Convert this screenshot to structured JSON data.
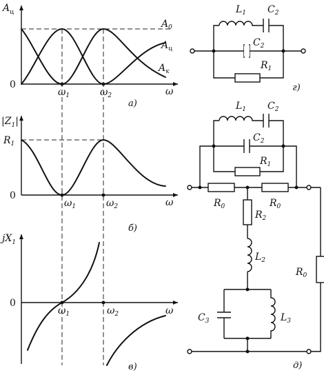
{
  "plots": {
    "a": {
      "y_axis_label": "A",
      "y_axis_sub": "ц",
      "origin_label": "0",
      "x_axis_label": "ω",
      "tick1": "ω",
      "tick1_sub": "1",
      "tick2": "ω",
      "tick2_sub": "2",
      "curve_a0": "A",
      "curve_a0_sub": "0",
      "curve_ac": "A",
      "curve_ac_sub": "ц",
      "curve_ak": "A",
      "curve_ak_sub": "к",
      "caption": "а)"
    },
    "b": {
      "y_axis_label": "|Z",
      "y_axis_label_end": "|",
      "y_axis_sub": "1",
      "level_label": "R",
      "level_sub": "1",
      "origin_label": "0",
      "x_axis_label": "ω",
      "tick1": "ω",
      "tick1_sub": "1",
      "tick2": "ω",
      "tick2_sub": "2",
      "caption": "б)"
    },
    "c": {
      "y_axis_label": "jX",
      "y_axis_sub": "1",
      "origin_label": "0",
      "x_axis_label": "ω",
      "tick1": "ω",
      "tick1_sub": "1",
      "tick2": "ω",
      "tick2_sub": "2",
      "caption": "в)"
    }
  },
  "circuit_g": {
    "L1": "L",
    "L1_sub": "1",
    "C2": "C",
    "C2_sub": "2",
    "C2b": "C",
    "C2b_sub": "2",
    "R1": "R",
    "R1_sub": "1",
    "caption": "г)"
  },
  "circuit_d": {
    "L1": "L",
    "L1_sub": "1",
    "C2": "C",
    "C2_sub": "2",
    "C2b": "C",
    "C2b_sub": "2",
    "R1": "R",
    "R1_sub": "1",
    "R0a": "R",
    "R0a_sub": "0",
    "R0b": "R",
    "R0b_sub": "0",
    "R0c": "R",
    "R0c_sub": "0",
    "R2": "R",
    "R2_sub": "2",
    "L2": "L",
    "L2_sub": "2",
    "C3": "C",
    "C3_sub": "3",
    "L3": "L",
    "L3_sub": "3",
    "caption": "д)"
  }
}
